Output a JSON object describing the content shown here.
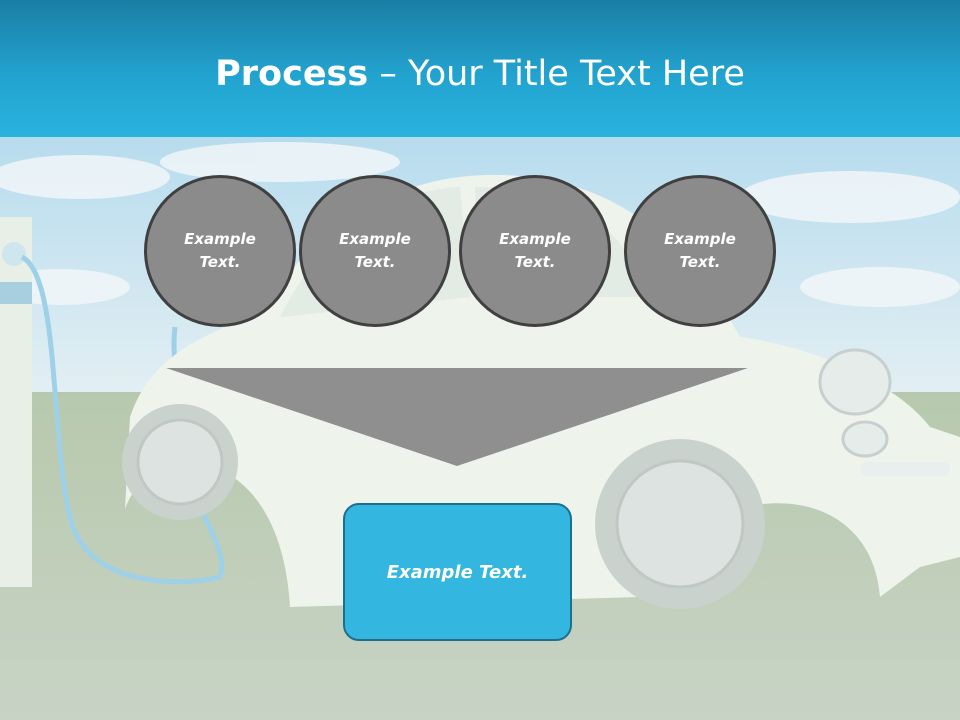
{
  "title": {
    "bold": "Process",
    "rest": " – Your Title Text Here"
  },
  "steps": [
    {
      "label": "Example Text."
    },
    {
      "label": "Example Text."
    },
    {
      "label": "Example Text."
    },
    {
      "label": "Example Text."
    }
  ],
  "result": {
    "label": "Example Text."
  },
  "colors": {
    "header": "#22a3cf",
    "circle_fill": "#8b8b8b",
    "circle_border": "#404040",
    "funnel": "#8f8f8f",
    "result_fill": "#33b6df"
  }
}
